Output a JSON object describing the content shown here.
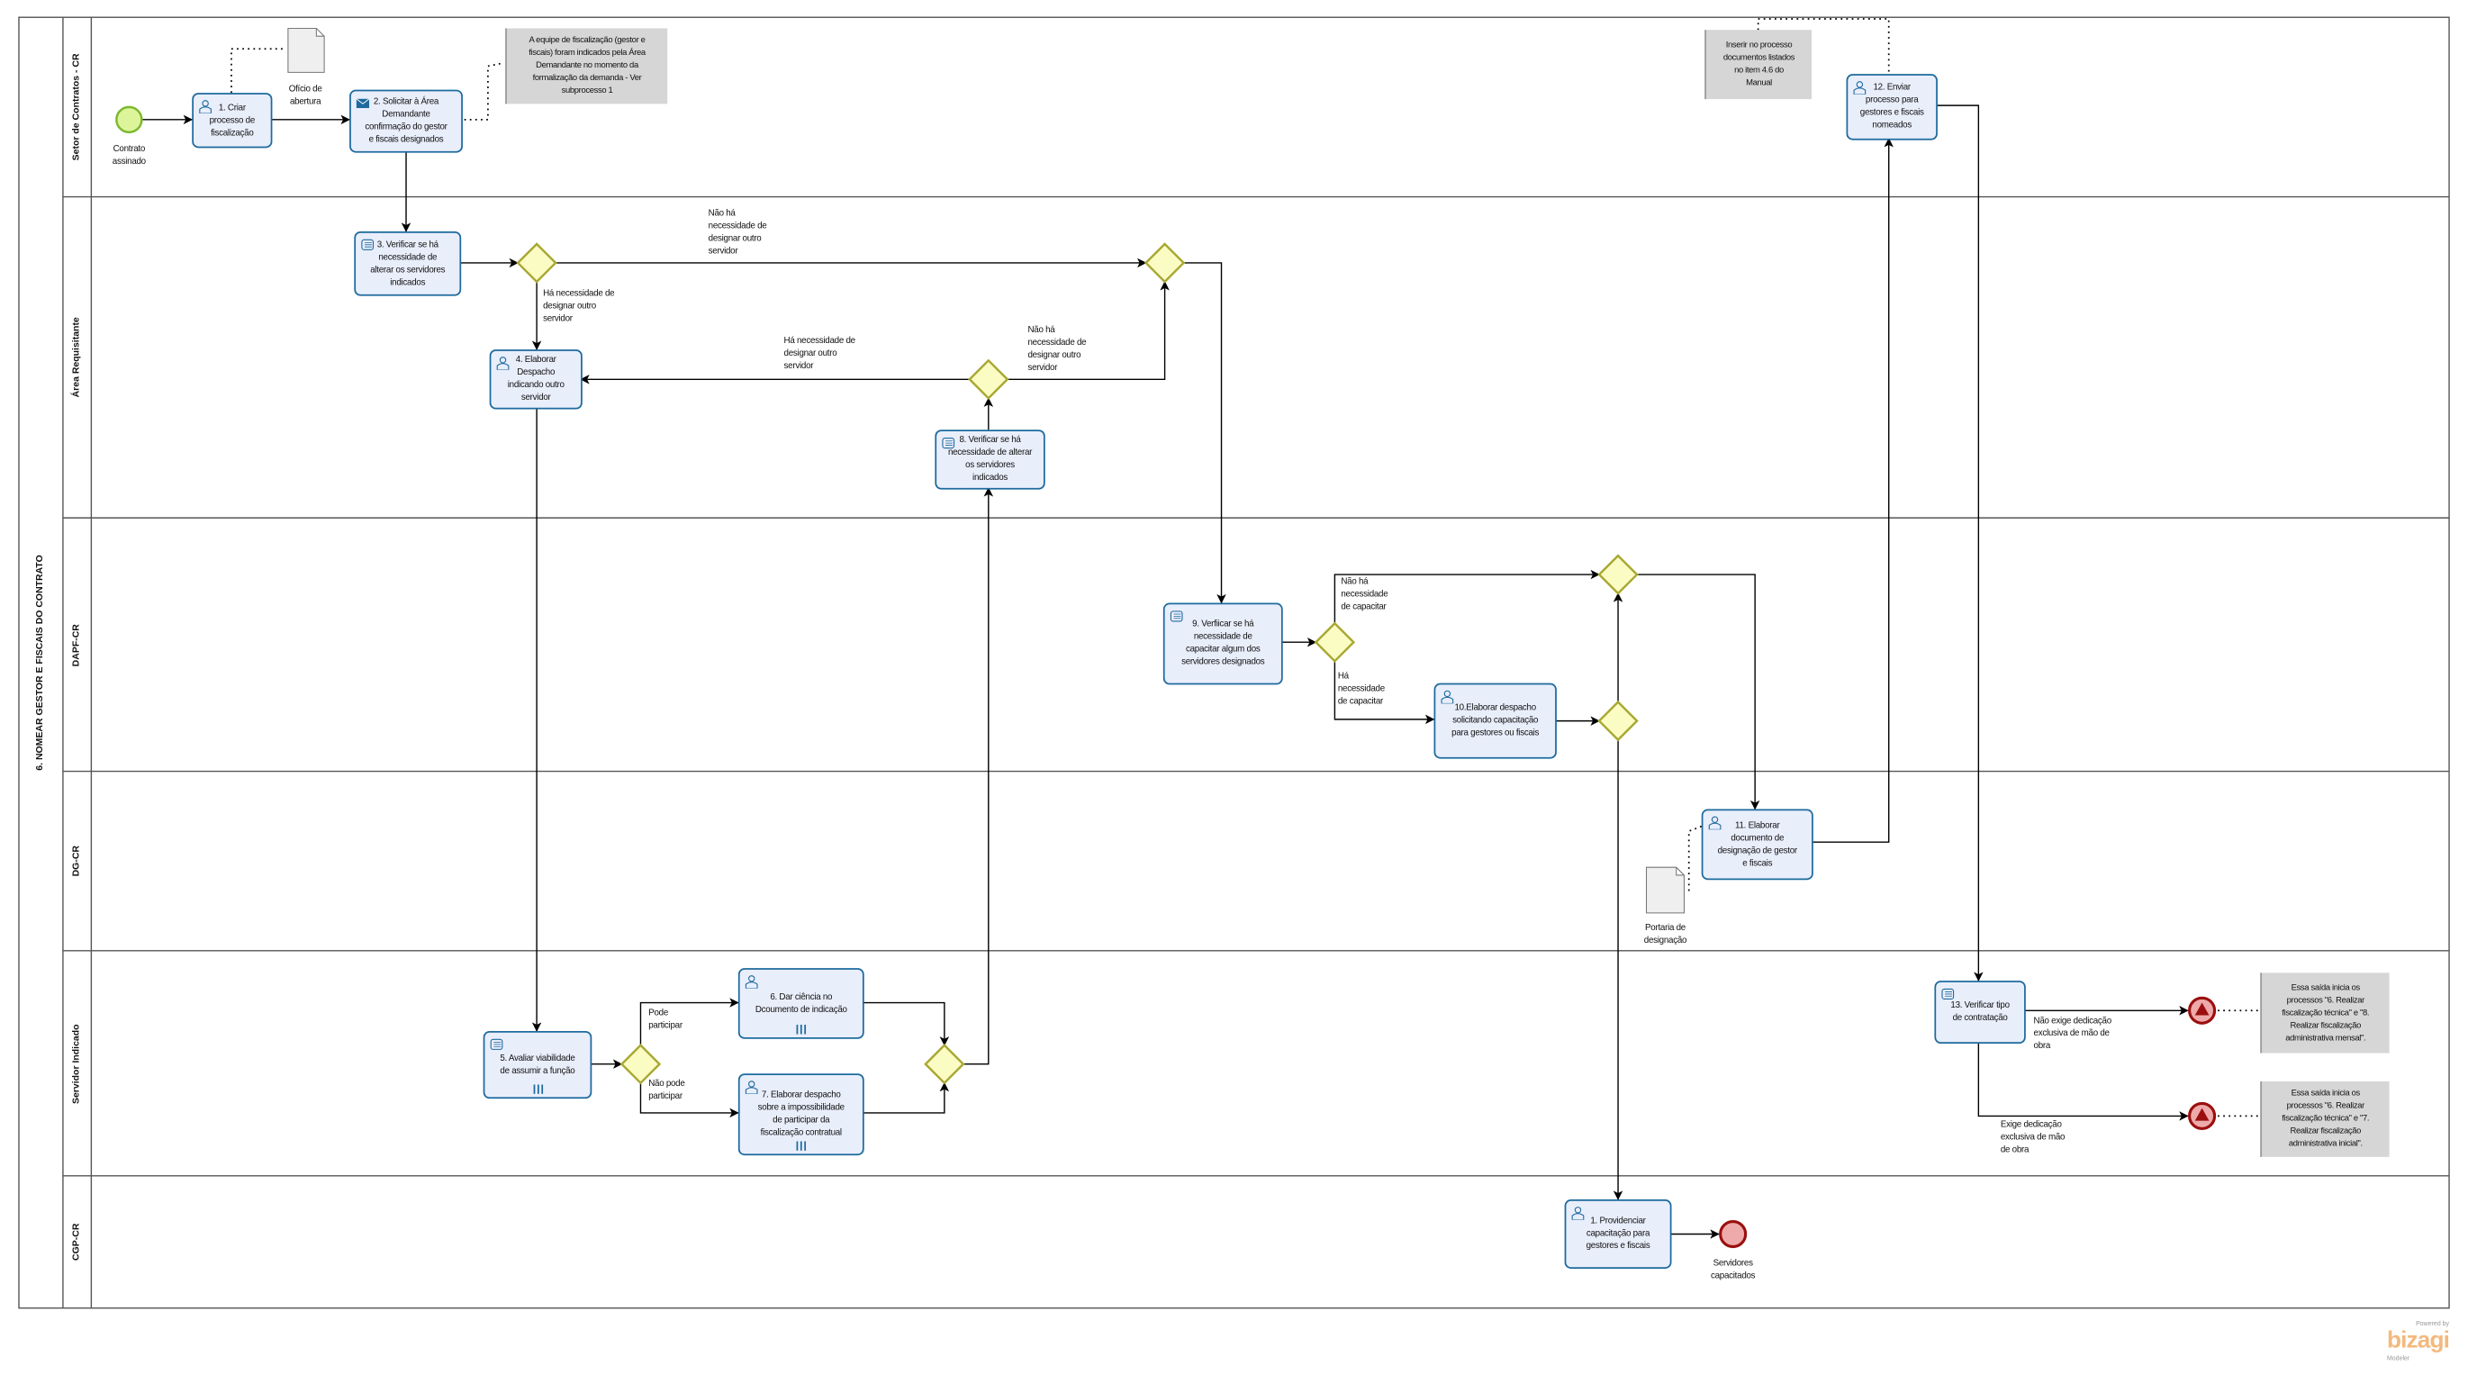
{
  "pool": {
    "title": "6. NOMEAR GESTOR E FISCAIS DO CONTRATO"
  },
  "lanes": [
    "Setor de Contratos - CR",
    "Área Requisitante",
    "DAPF-CR",
    "DG-CR",
    "Servidor Indicado",
    "CGP-CR"
  ],
  "tasks": {
    "t1": "1. Criar\nprocesso de\nfiscalização",
    "t2": "2. Solicitar à Área\nDemandante\nconfirmação do gestor\ne fiscais designados",
    "t3": "3. Verificar se há\nnecessidade de\nalterar os servidores\nindicados",
    "t4": "4. Elaborar\nDespacho\nindicando outro\nservidor",
    "t5": "5. Avaliar viabilidade\nde assumir a função",
    "t6": "6. Dar ciência no\nDcoumento de indicação",
    "t7": "7. Elaborar despacho\nsobre a impossibilidade\nde participar da\nfiscalização contratual",
    "t8": "8. Verificar se há\nnecessidade de alterar\nos servidores\nindicados",
    "t9": "9. Verfiicar  se há\nnecessidade de\ncapacitar algum dos\nservidores designados",
    "t10": "10.Elaborar despacho\nsolicitando capacitação\npara gestores ou fiscais",
    "t11": "11. Elaborar\ndocumento de\ndesignação de gestor\ne fiscais",
    "t12": "12. Enviar\nprocesso para\ngestores e fiscais\nnomeados",
    "t13": "13. Verificar  tipo\nde contratação",
    "cgp1": "1. Providenciar\ncapacitação para\ngestores e fiscais"
  },
  "events": {
    "start": "Contrato\nassinado",
    "end_capacitados": "Servidores\ncapacitados"
  },
  "documents": {
    "oficio": "Ofício de\nabertura",
    "portaria": "Portaria de\ndesignação"
  },
  "annotations": {
    "a1": "A equipe de fiscalização (gestor e\nfiscais) foram indicados pela Área\nDemandante no momento da\nformalização da demanda - Ver\nsubprocesso  1",
    "a2": "Inserir no processo\ndocumentos listados\nno item 4.6 do\nManual",
    "a3": "Essa saída inicia os\nprocessos \"6. Realizar\nfiscalização técnica\" e \"8.\nRealizar fiscalização\nadministrativa mensal\".",
    "a4": "Essa saída inicia os\nprocessos \"6. Realizar\nfiscalização técnica\" e \"7.\nRealizar fiscalização\nadministrativa inicial\"."
  },
  "flow_labels": {
    "g1_nao": "Não há\nnecessidade de\ndesignar outro\nservidor",
    "g1_ha": "Há necessidade de\ndesignar outro\nservidor",
    "g3_ha": "Há necessidade de\ndesignar outro\nservidor",
    "g3_nao": "Não há\nnecessidade de\ndesignar outro\nservidor",
    "g4_nao": "Não há\nnecessidade\nde capacitar",
    "g4_ha": "Há\nnecessidade\nde capacitar",
    "g7_pode": "Pode\nparticipar",
    "g7_nao": "Não pode\nparticipar",
    "t13_nao": "Não exige dedicação\nexclusiva de mão de\nobra",
    "t13_exige": "Exige dedicação\nexclusiva de mão\nde obra"
  },
  "branding": {
    "powered": "Powered by",
    "name": "bizagi",
    "product": "Modeler"
  },
  "colors": {
    "task_fill": "#e9eefb",
    "task_stroke": "#1d6a9e",
    "gateway_fill": "#fbfbc4",
    "gateway_stroke": "#a8a832",
    "start_fill": "#ddf59a",
    "end_fill": "#eeaaaa",
    "end_stroke": "#9b0f0f",
    "annotation": "#d6d6d6"
  }
}
